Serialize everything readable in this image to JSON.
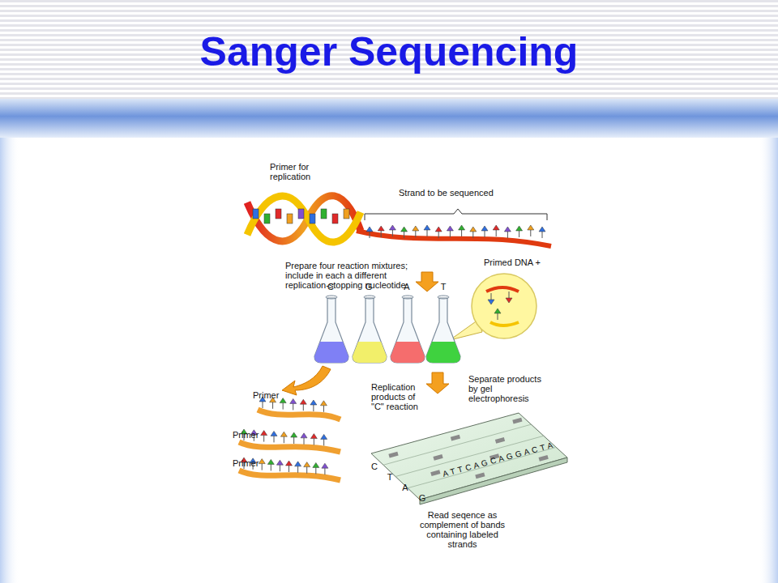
{
  "diagram": {
    "title": "Sanger Sequencing",
    "labels": [
      "Primer for replication",
      "Strand to be sequenced",
      "Prepare four reaction mixtures; include in each a different replication-stopping nucleotide",
      "Primed DNA +",
      "C",
      "G",
      "A",
      "T",
      "Replication products of \"C\" reaction",
      "Separate products by gel electrophoresis",
      "Primer",
      "Primer",
      "Primer",
      "C",
      "T",
      "A",
      "G",
      "A T T C A G C A G G A C T A",
      "Read seqence as complement of bands containing labeled strands"
    ]
  }
}
